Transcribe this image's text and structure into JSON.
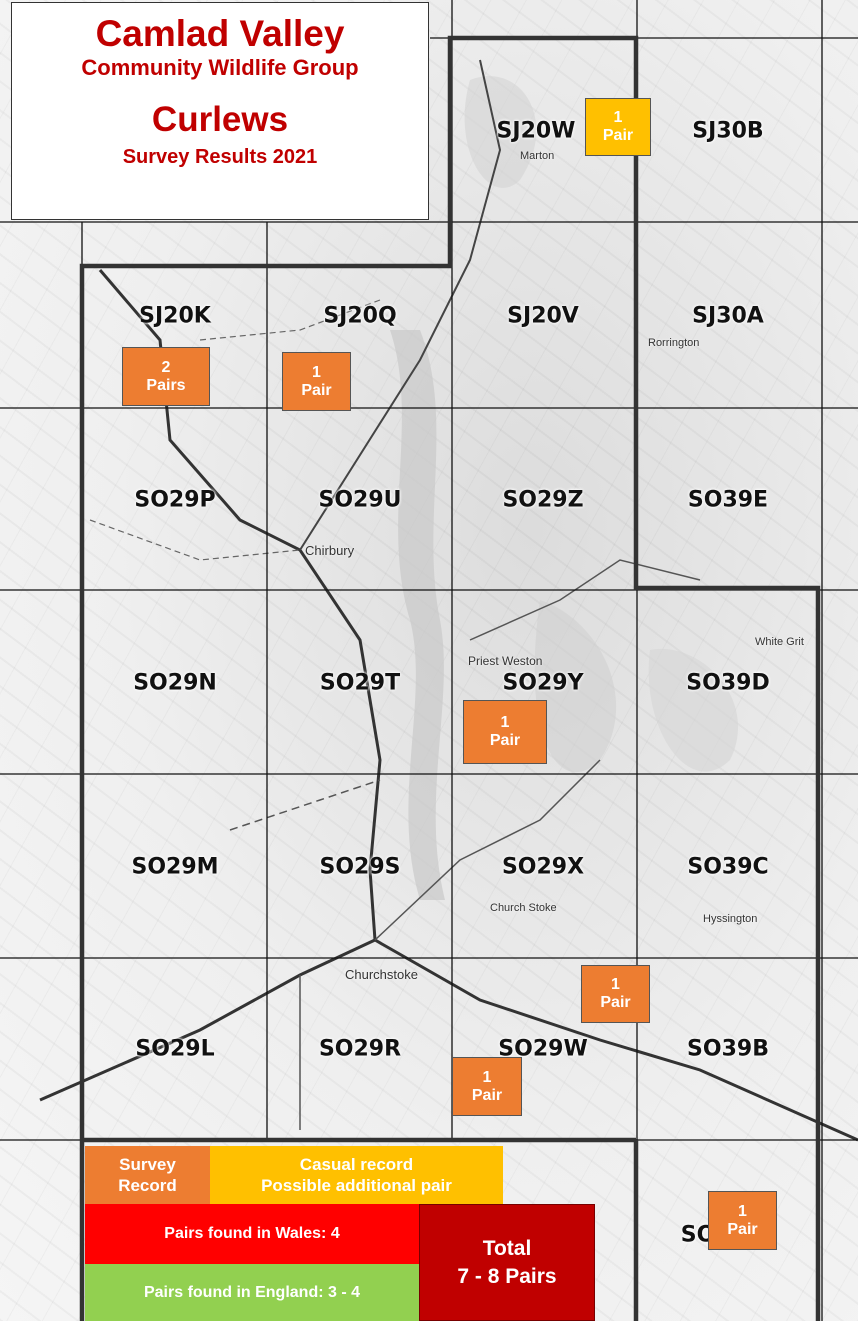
{
  "title": {
    "line1": "Camlad Valley",
    "line2": "Community Wildlife Group",
    "line3": "Curlews",
    "line4": "Survey Results 2021"
  },
  "grid_squares": {
    "sj20w": "SJ20W",
    "sj30b": "SJ30B",
    "sj20k": "SJ20K",
    "sj20q": "SJ20Q",
    "sj20v": "SJ20V",
    "sj30a": "SJ30A",
    "so29p": "SO29P",
    "so29u": "SO29U",
    "so29z": "SO29Z",
    "so39e": "SO39E",
    "so29n": "SO29N",
    "so29t": "SO29T",
    "so29y": "SO29Y",
    "so39d": "SO39D",
    "so29m": "SO29M",
    "so29s": "SO29S",
    "so29x": "SO29X",
    "so39c": "SO39C",
    "so29l": "SO29L",
    "so29r": "SO29R",
    "so29w": "SO29W",
    "so39b": "SO39B",
    "so39a_partial": "SO"
  },
  "records": {
    "sj20w": {
      "count": "1",
      "unit": "Pair",
      "type": "casual"
    },
    "sj20k": {
      "count": "2",
      "unit": "Pairs",
      "type": "survey"
    },
    "sj20q": {
      "count": "1",
      "unit": "Pair",
      "type": "survey"
    },
    "so29y": {
      "count": "1",
      "unit": "Pair",
      "type": "survey"
    },
    "so29x": {
      "count": "1",
      "unit": "Pair",
      "type": "survey"
    },
    "so29w": {
      "count": "1",
      "unit": "Pair",
      "type": "survey"
    },
    "so39a": {
      "count": "1",
      "unit": "Pair",
      "type": "survey"
    }
  },
  "legend": {
    "survey_line1": "Survey",
    "survey_line2": "Record",
    "casual_line1": "Casual record",
    "casual_line2": "Possible additional pair",
    "wales": "Pairs found in Wales:  4",
    "england": "Pairs found in England:  3 - 4",
    "total_line1": "Total",
    "total_line2": "7 - 8 Pairs"
  },
  "places": {
    "marton": "Marton",
    "chirbury": "Chirbury",
    "priest_weston": "Priest Weston",
    "churchstoke": "Churchstoke",
    "church_stoke": "Church Stoke",
    "white_grit": "White Grit",
    "hyssington": "Hyssington",
    "rorrington": "Rorrington"
  },
  "colors": {
    "survey": "#ed7d31",
    "casual": "#ffc000",
    "wales": "#ff0000",
    "england": "#92d050",
    "total": "#c00000",
    "title_text": "#c00000"
  }
}
